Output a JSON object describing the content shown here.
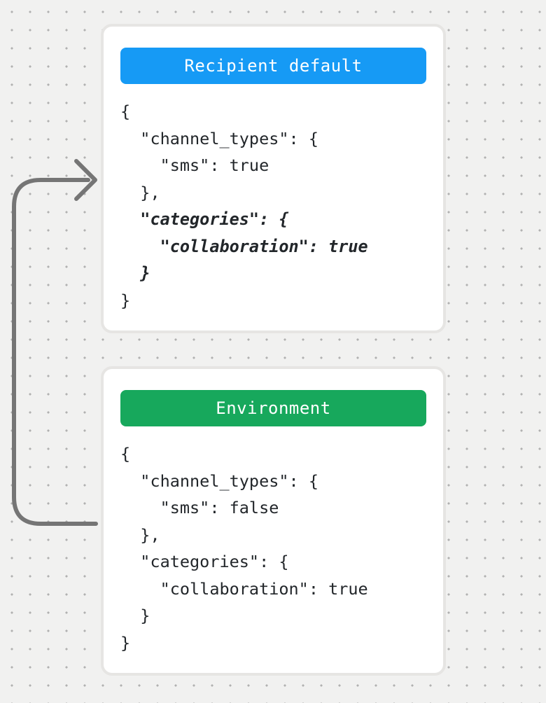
{
  "background": {
    "bg_color": "#f1f1f0",
    "dot_color": "#b1b1b1"
  },
  "arrow": {
    "name": "flow-arrow-environment-to-recipient-default",
    "color": "#757575"
  },
  "cards": [
    {
      "id": "recipient-default",
      "header": {
        "label": "Recipient default",
        "color": "#169af5",
        "text_color": "#ffffff"
      },
      "lines": [
        {
          "text": "{",
          "emphasis": false
        },
        {
          "text": "  \"channel_types\": {",
          "emphasis": false
        },
        {
          "text": "    \"sms\": true",
          "emphasis": false
        },
        {
          "text": "  },",
          "emphasis": false
        },
        {
          "text": "  \"categories\": {",
          "emphasis": true
        },
        {
          "text": "    \"collaboration\": true",
          "emphasis": true
        },
        {
          "text": "  }",
          "emphasis": true
        },
        {
          "text": "}",
          "emphasis": false
        }
      ]
    },
    {
      "id": "environment",
      "header": {
        "label": "Environment",
        "color": "#17a85c",
        "text_color": "#ffffff"
      },
      "lines": [
        {
          "text": "{",
          "emphasis": false
        },
        {
          "text": "  \"channel_types\": {",
          "emphasis": false
        },
        {
          "text": "    \"sms\": false",
          "emphasis": false
        },
        {
          "text": "  },",
          "emphasis": false
        },
        {
          "text": "  \"categories\": {",
          "emphasis": false
        },
        {
          "text": "    \"collaboration\": true",
          "emphasis": false
        },
        {
          "text": "  }",
          "emphasis": false
        },
        {
          "text": "}",
          "emphasis": false
        }
      ]
    }
  ]
}
